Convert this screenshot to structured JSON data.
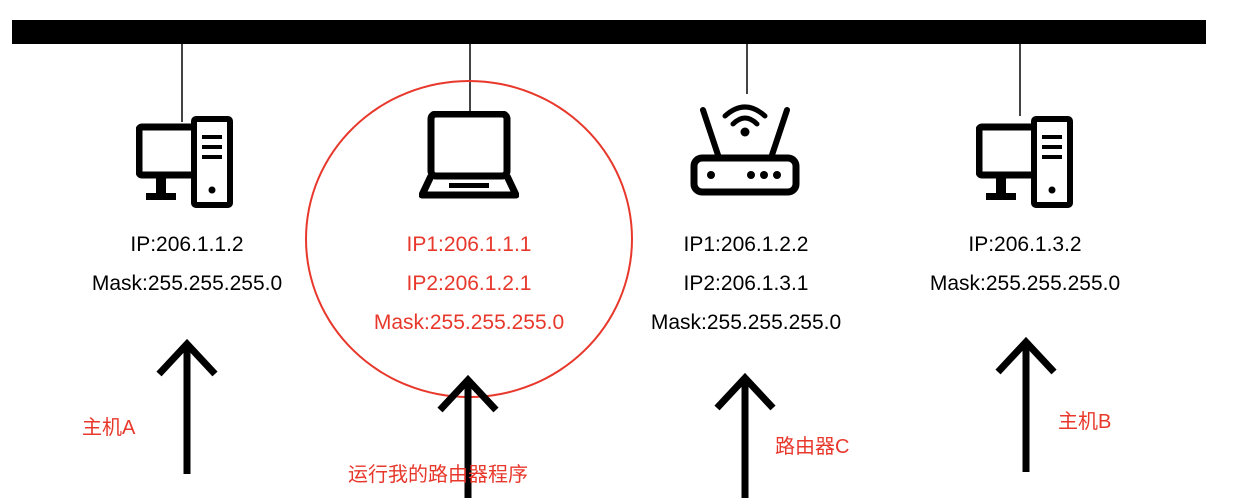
{
  "hosts": [
    {
      "name": "host-a",
      "icon": "desktop-computer-icon",
      "lines": [
        "IP:206.1.1.2",
        "Mask:255.255.255.0"
      ],
      "caption": "主机A",
      "highlight": false
    },
    {
      "name": "my-router-laptop",
      "icon": "laptop-icon",
      "lines": [
        "IP1:206.1.1.1",
        "IP2:206.1.2.1",
        "Mask:255.255.255.0"
      ],
      "caption": "运行我的路由器程序",
      "highlight": true
    },
    {
      "name": "router-c",
      "icon": "wifi-router-icon",
      "lines": [
        "IP1:206.1.2.2",
        "IP2:206.1.3.1",
        "Mask:255.255.255.0"
      ],
      "caption": "路由器C",
      "highlight": false
    },
    {
      "name": "host-b",
      "icon": "desktop-computer-icon",
      "lines": [
        "IP:206.1.3.2",
        "Mask:255.255.255.0"
      ],
      "caption": "主机B",
      "highlight": false
    }
  ],
  "colors": {
    "highlight": "#e8382c",
    "bus": "#000000",
    "text": "#000000"
  }
}
